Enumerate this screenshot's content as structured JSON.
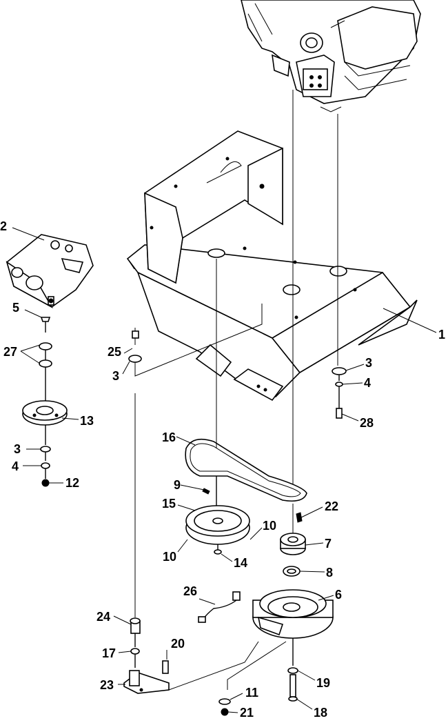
{
  "callouts": {
    "c1": "1",
    "c2": "2",
    "c3a": "3",
    "c3b": "3",
    "c3c": "3",
    "c4a": "4",
    "c4b": "4",
    "c5": "5",
    "c6": "6",
    "c7": "7",
    "c8": "8",
    "c9": "9",
    "c10a": "10",
    "c10b": "10",
    "c11": "11",
    "c12": "12",
    "c13": "13",
    "c14": "14",
    "c15": "15",
    "c16": "16",
    "c17": "17",
    "c18": "18",
    "c19": "19",
    "c20": "20",
    "c21": "21",
    "c22": "22",
    "c23": "23",
    "c24": "24",
    "c25": "25",
    "c26": "26",
    "c27": "27",
    "c28": "28"
  },
  "colors": {
    "line": "#000000",
    "background": "#ffffff"
  }
}
